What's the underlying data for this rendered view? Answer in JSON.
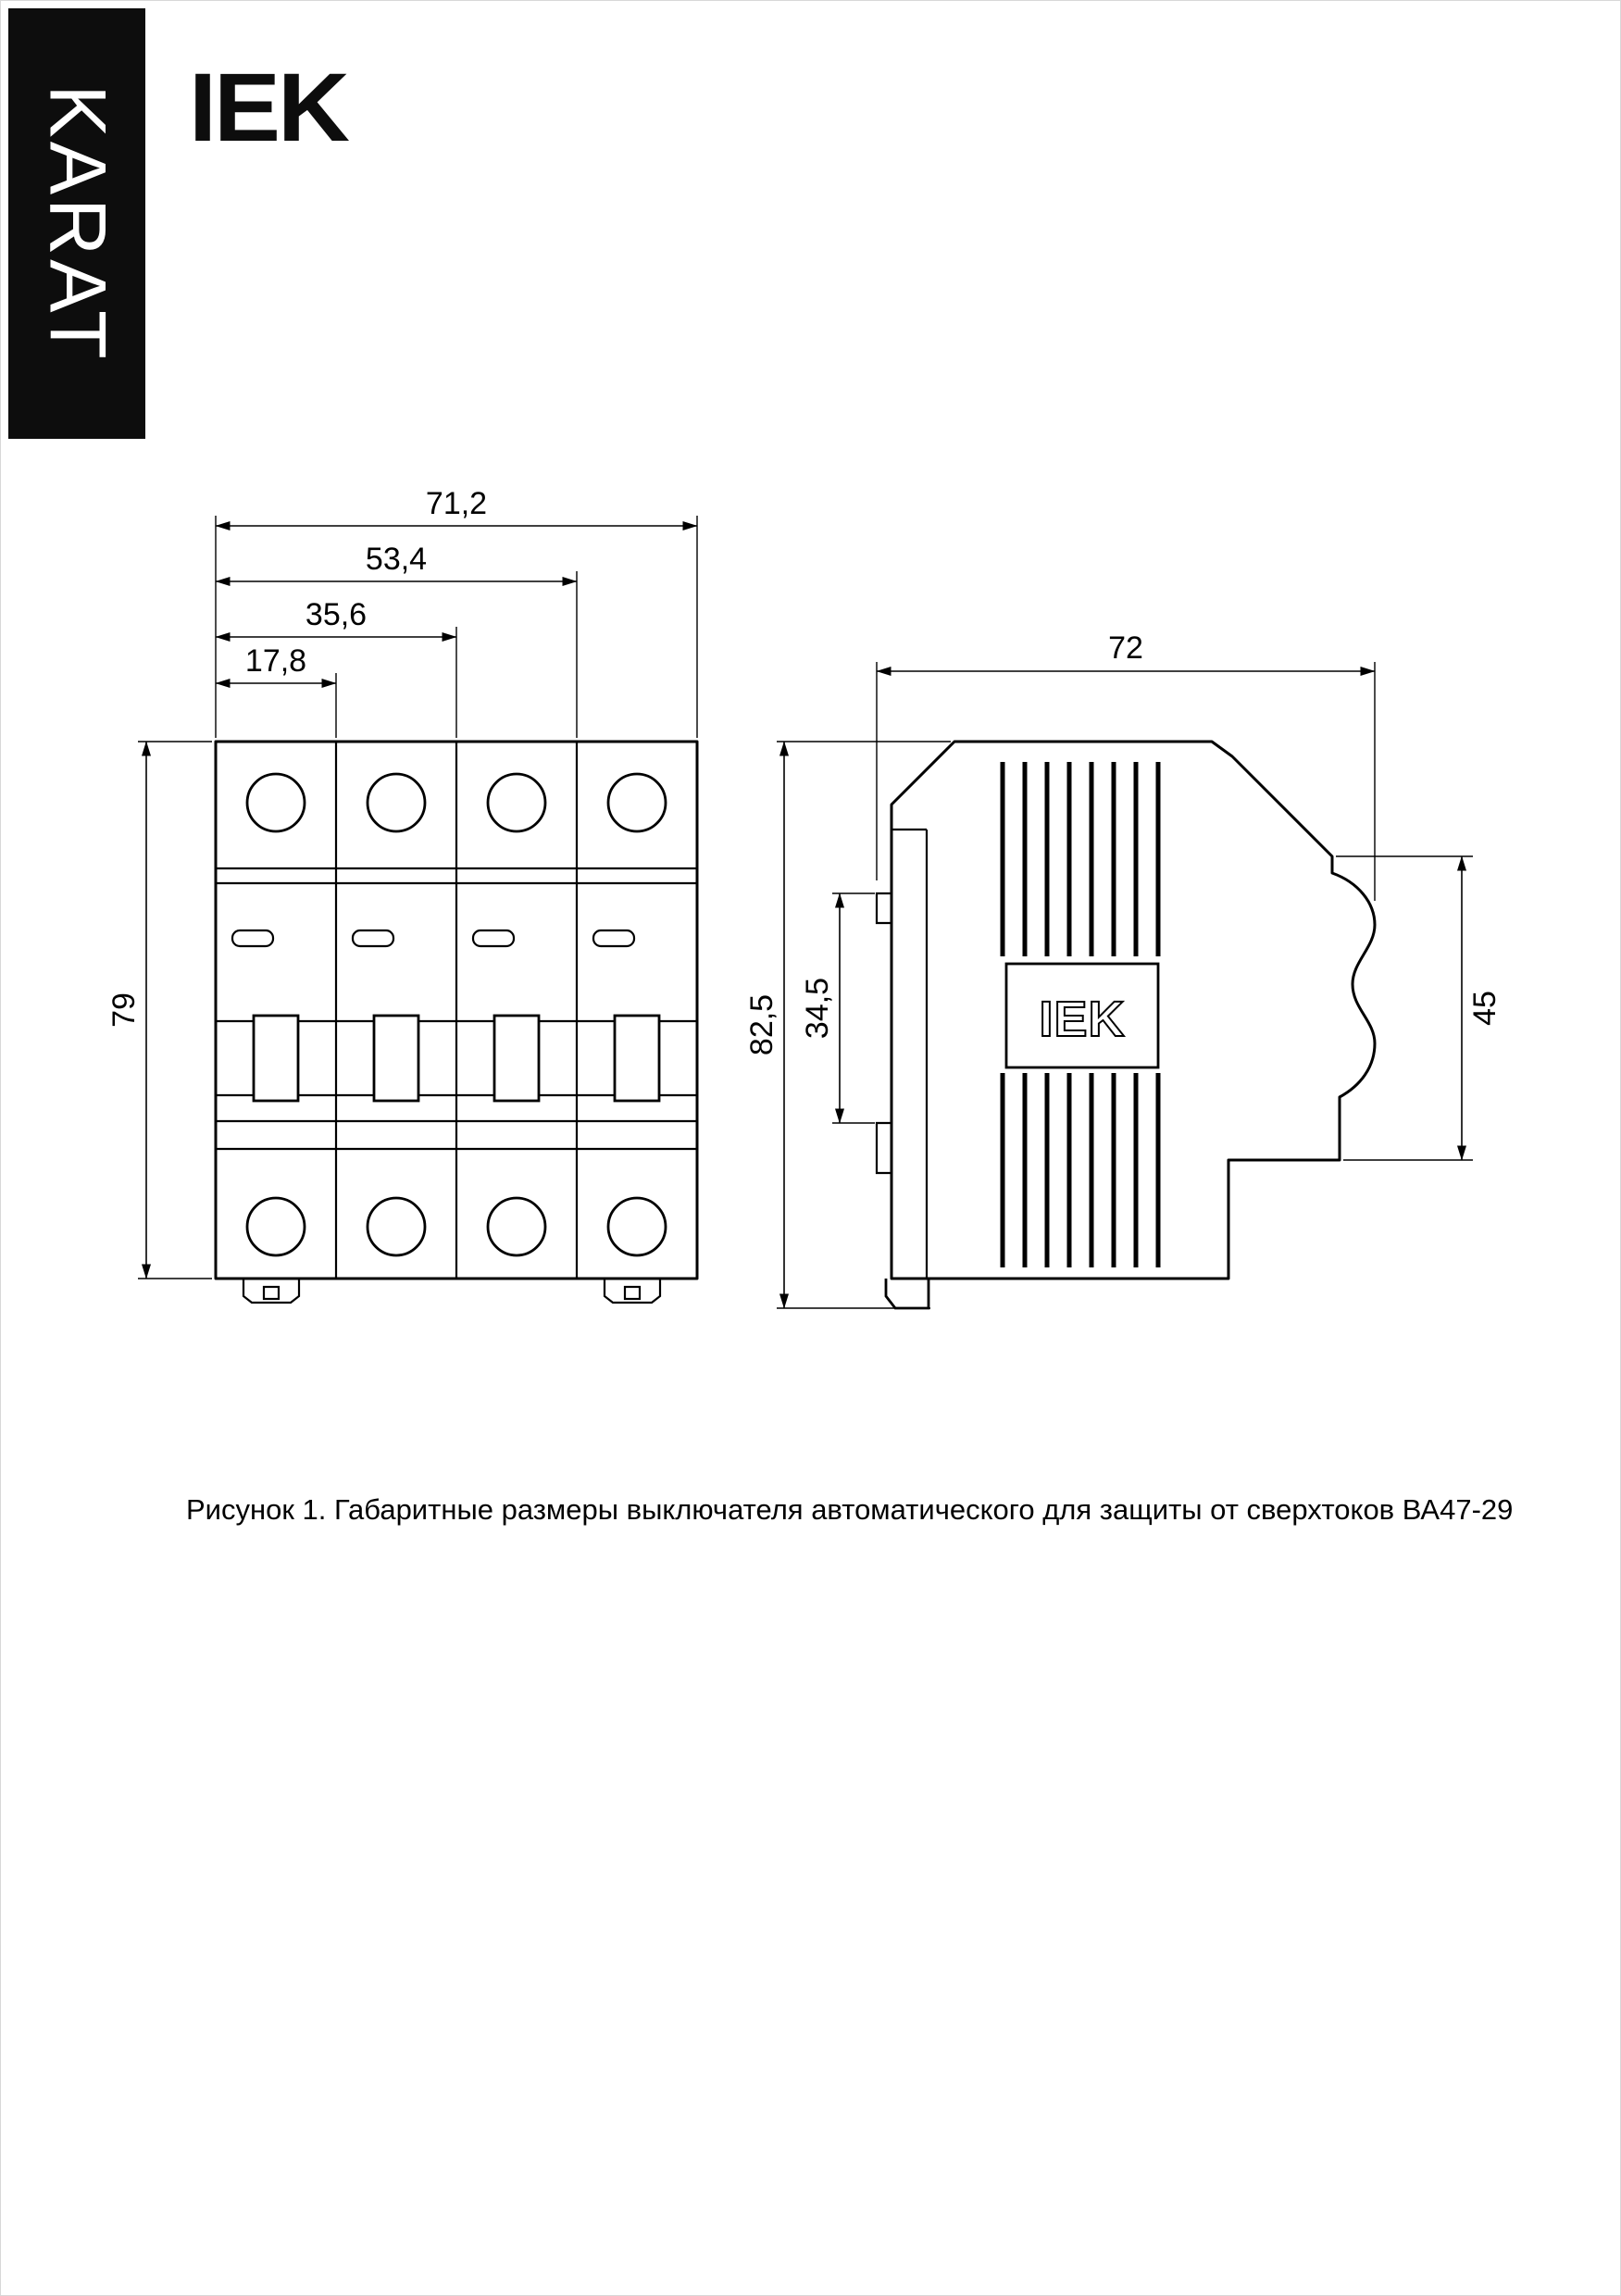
{
  "header": {
    "banner": "KARAT",
    "logo": "IEK"
  },
  "colors": {
    "banner_bg": "#0d0d0d",
    "ink": "#000000",
    "paper": "#ffffff"
  },
  "front_view": {
    "dims": {
      "w_full": "71,2",
      "w3": "53,4",
      "w2": "35,6",
      "w1": "17,8",
      "height": "79"
    }
  },
  "side_view": {
    "logo": "IEK",
    "dims": {
      "depth": "72",
      "h_full": "82,5",
      "h_din": "34,5",
      "h_front": "45"
    }
  },
  "caption": "Рисунок 1. Габаритные размеры выключателя автоматического для защиты от сверхтоков ВА47-29"
}
